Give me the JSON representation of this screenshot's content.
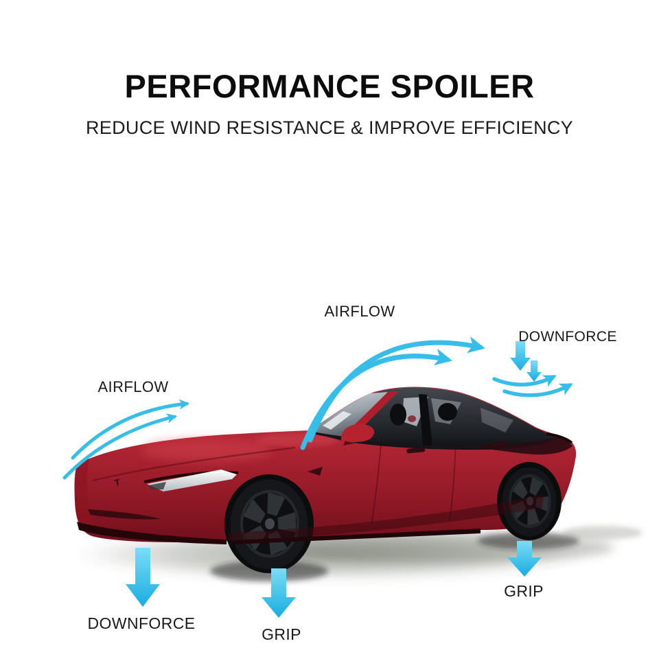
{
  "page": {
    "background": "#ffffff",
    "subject": "red performance sedan with black glass roof, side view aerodynamics diagram"
  },
  "header": {
    "title": "PERFORMANCE SPOILER",
    "subtitle": "REDUCE WIND RESISTANCE & IMPROVE EFFICIENCY"
  },
  "diagram": {
    "labels": {
      "airflow_top": "AIRFLOW",
      "airflow_front": "AIRFLOW",
      "downforce_rear": "DOWNFORCE",
      "downforce_front": "DOWNFORCE",
      "grip_front": "GRIP",
      "grip_rear": "GRIP"
    },
    "icons": {
      "airflow_arcs": "curved-arrow-right",
      "downforce_spoiler_arrows": "block-arrow-down",
      "spoiler_exit_flow": "curved-arrow-up-right",
      "downforce_ground_arrow": "block-arrow-down",
      "grip_ground_arrows": "block-arrow-down"
    },
    "colors": {
      "arrow_cyan": "#36bee8",
      "arrow_cyan_light": "#7bdcf6",
      "arrow_cyan_deep": "#18ade0",
      "label_text": "#1a1a1a",
      "title_text": "#0c0c0c",
      "car_body_red": "#b02331",
      "car_body_red_highlight": "#cb3140",
      "car_body_red_shadow": "#70101b",
      "car_glass_black": "#15171a",
      "headlight_white": "#f4f6f7"
    }
  }
}
